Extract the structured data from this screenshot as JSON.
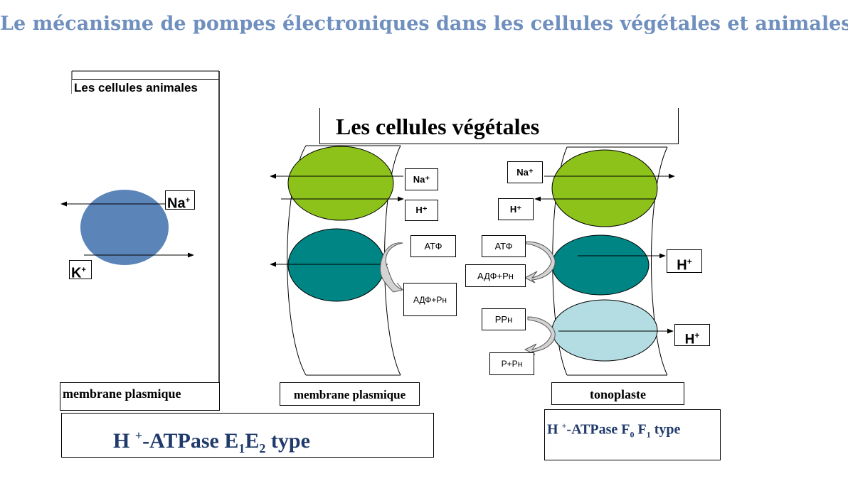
{
  "title": "Le mécanisme de pompes électroniques dans les cellules végétales et animales",
  "animal": {
    "heading": "Les cellules animales",
    "na": "Na",
    "k": "K",
    "plus": "+",
    "membrane": "membrane plasmique",
    "pump_type": {
      "h": "H ",
      "sup": "+",
      "mid": "-ATPase E",
      "sub1": "1",
      "e2": "E",
      "sub2": "2",
      "tail": " type"
    }
  },
  "plant": {
    "heading": "Les cellules végétales",
    "plasma": {
      "na": "Na⁺",
      "h": "H⁺",
      "atp": "АТФ",
      "adp": "АДФ+Рн",
      "membrane": "membrane plasmique"
    },
    "tonoplast": {
      "na": "Na⁺",
      "h": "H⁺",
      "atp": "АТФ",
      "adp": "АДФ+Рн",
      "h_out1": "H",
      "h_out2": "H",
      "h_out_sup": "+",
      "ppn": "РРн",
      "pn": "Р+Рн",
      "membrane": "tonoplaste",
      "pump_type": {
        "h": "H ",
        "sup": "+",
        "mid": "-ATPase  F",
        "sub1": "0",
        "f": " F",
        "sub2": "1",
        "tail": " type"
      }
    }
  },
  "colors": {
    "title": "#6f8fbf",
    "animal_pump": "#5b84b8",
    "green_pump": "#8cc21a",
    "teal_pump": "#008585",
    "light_pump": "#b4dde3",
    "dark_text": "#1f3a6b"
  }
}
